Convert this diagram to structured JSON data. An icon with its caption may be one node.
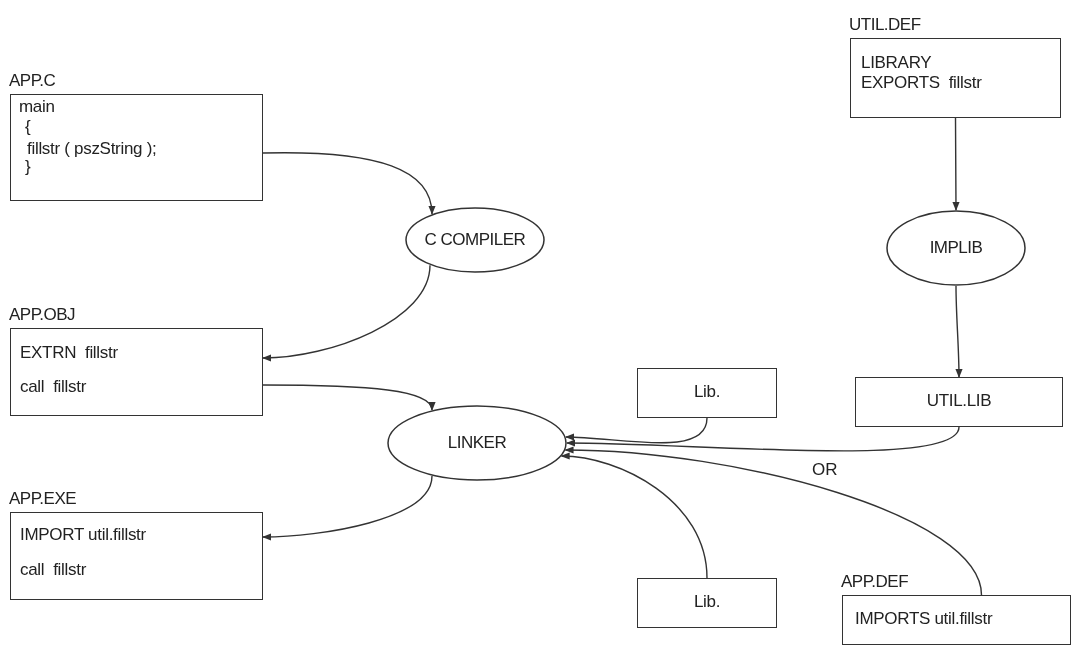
{
  "diagram": {
    "nodes": [
      {
        "text": [
          "APP.C",
          "main",
          "{",
          "fillstr ( pszString );",
          "}"
        ]
      },
      {
        "text": [
          "C COMPILER"
        ]
      },
      {
        "text": [
          "APP.OBJ",
          "EXTRN  fillstr",
          "call  fillstr"
        ]
      },
      {
        "text": [
          "LINKER"
        ]
      },
      {
        "text": [
          "APP.EXE",
          "IMPORT util.fillstr",
          "call  fillstr"
        ]
      },
      {
        "text": [
          "UTIL.DEF",
          "LIBRARY",
          "EXPORTS  fillstr"
        ]
      },
      {
        "text": [
          "IMPLIB"
        ]
      },
      {
        "text": [
          "Lib."
        ]
      },
      {
        "text": [
          "UTIL.LIB"
        ]
      },
      {
        "text": [
          "Lib."
        ]
      },
      {
        "text": [
          "APP.DEF",
          "IMPORTS util.fillstr"
        ]
      }
    ],
    "edges": [
      {
        "from": 0,
        "to": 1,
        "arrow": "to"
      },
      {
        "from": 1,
        "to": 2,
        "arrow": "to"
      },
      {
        "from": 2,
        "to": 3,
        "arrow": "to"
      },
      {
        "from": 3,
        "to": 4,
        "arrow": "to"
      },
      {
        "from": 5,
        "to": 6,
        "arrow": "to"
      },
      {
        "from": 6,
        "to": 8,
        "arrow": "to"
      },
      {
        "from": 7,
        "to": 3,
        "arrow": "to"
      },
      {
        "from": 8,
        "to": 3,
        "arrow": "to"
      },
      {
        "from": 10,
        "to": 3,
        "arrow": "to"
      },
      {
        "from": 9,
        "to": 3,
        "arrow": "to"
      }
    ],
    "labels": [
      "OR"
    ]
  }
}
